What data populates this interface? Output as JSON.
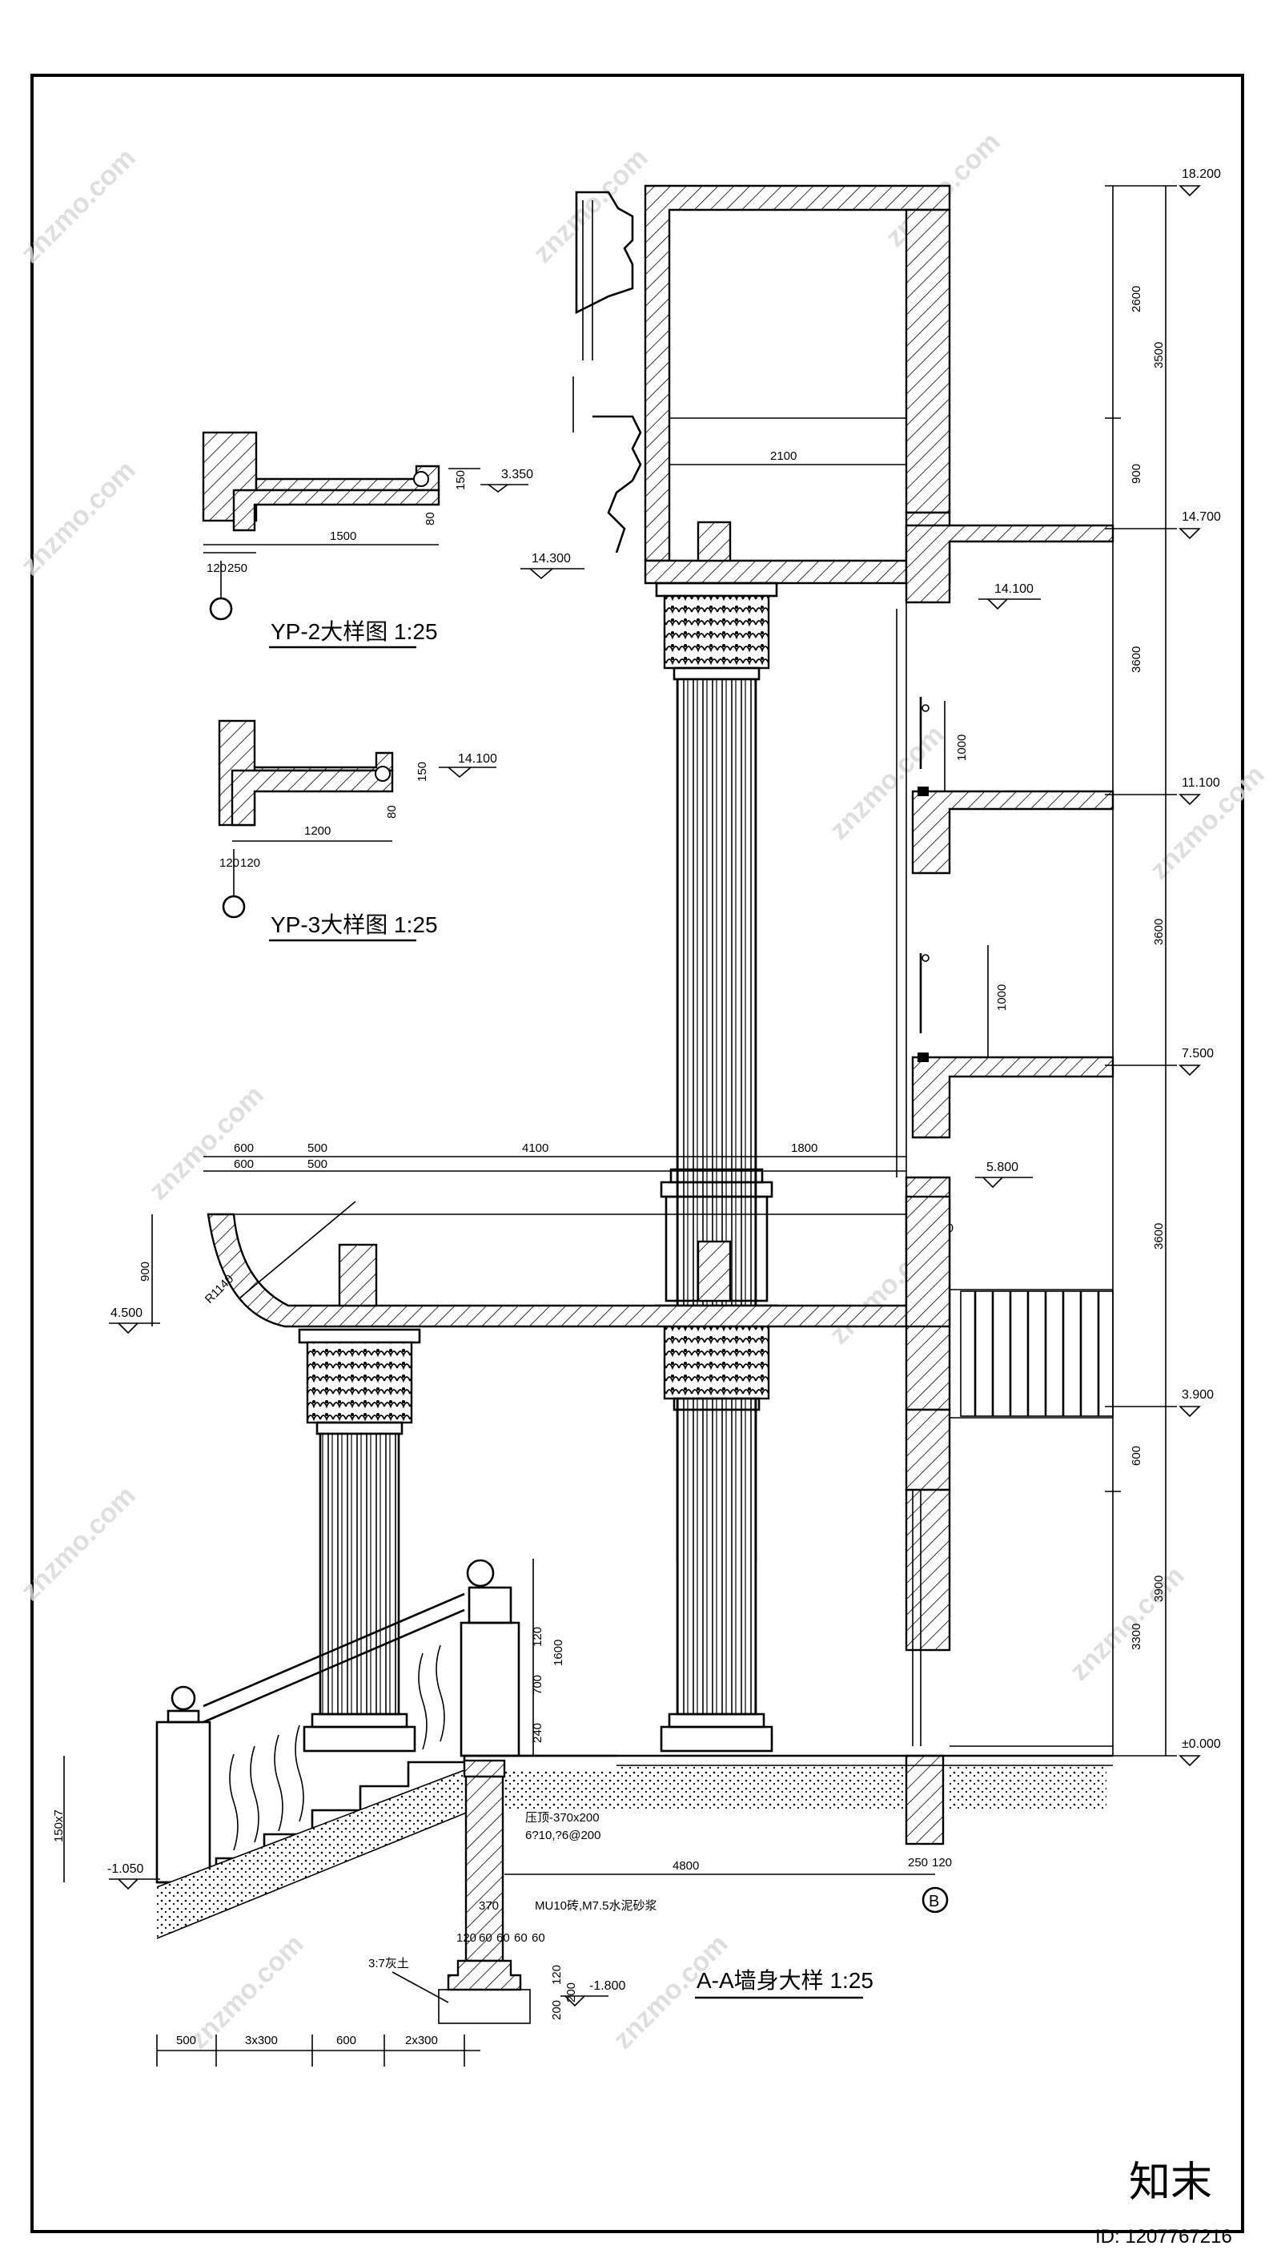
{
  "levels": [
    "18.200",
    "14.700",
    "14.100",
    "11.100",
    "7.500",
    "5.800",
    "3.900",
    "±0.000",
    "4.500",
    "14.300",
    "3.350",
    "-1.050",
    "-1.800"
  ],
  "right_dims": [
    "2600",
    "3500",
    "900",
    "3600",
    "3600",
    "3600",
    "600",
    "3900",
    "3300"
  ],
  "titles": {
    "yp2": "YP-2大样图 1:25",
    "yp3": "YP-3大样图 1:25",
    "aa": "A-A墙身大样 1:25"
  },
  "yp2_dims": [
    "1500",
    "120",
    "250",
    "150",
    "80"
  ],
  "yp3_dims": [
    "1200",
    "120",
    "120",
    "150",
    "80"
  ],
  "top_dims": [
    "600",
    "500",
    "600",
    "500",
    "4100",
    "1800"
  ],
  "misc_dims": [
    "2100",
    "1000",
    "1000",
    "250",
    "120",
    "900",
    "R1140",
    "1600",
    "700",
    "120",
    "240",
    "150x7",
    "4800",
    "250",
    "120",
    "370",
    "120",
    "60",
    "60",
    "60",
    "60",
    "120",
    "200",
    "200"
  ],
  "bottom_dims": [
    "500",
    "3x300",
    "600",
    "2x300"
  ],
  "notes": {
    "beam": "压顶-370x200",
    "rebar": "6?10,?6@200",
    "brick": "MU10砖,M7.5水泥砂浆",
    "soil": "3:7灰土"
  },
  "axis_label": "B",
  "watermark": "znzmo.com",
  "logo": "知末",
  "id_text": "ID: 1207767216"
}
